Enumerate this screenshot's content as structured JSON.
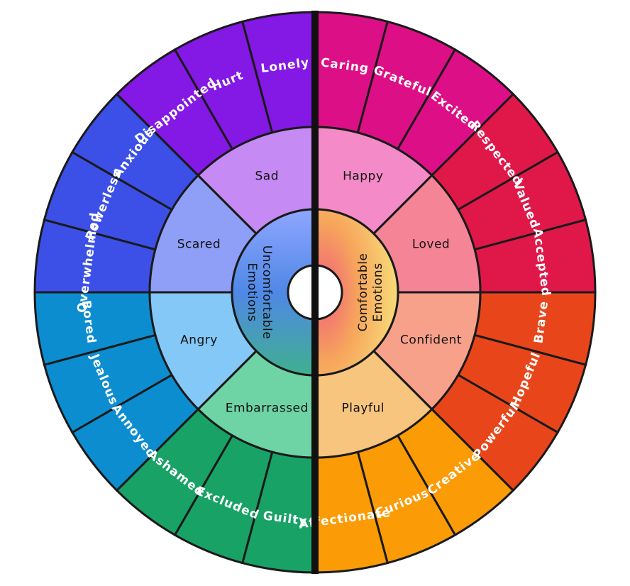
{
  "hub": {
    "left_label": [
      "Uncomfortable",
      "Emotions"
    ],
    "right_label": [
      "Comfortable",
      "Emotions"
    ],
    "left_gradient": [
      "#8fa6ff",
      "#4f88e6",
      "#3fb08e"
    ],
    "right_gradient": [
      "#f0607a",
      "#f7a55c",
      "#f7e27c"
    ]
  },
  "comfortable": [
    {
      "emotion": "Happy",
      "inner_color": "#f48bc8",
      "outer": [
        {
          "label": "Caring",
          "color": "#dd0f86"
        },
        {
          "label": "Grateful",
          "color": "#dd0f86"
        },
        {
          "label": "Excited",
          "color": "#dd0f86"
        }
      ]
    },
    {
      "emotion": "Loved",
      "inner_color": "#f58497",
      "outer": [
        {
          "label": "Respected",
          "color": "#e01849"
        },
        {
          "label": "Valued",
          "color": "#e01849"
        },
        {
          "label": "Accepted",
          "color": "#e01849"
        }
      ]
    },
    {
      "emotion": "Confident",
      "inner_color": "#f7a18a",
      "outer": [
        {
          "label": "Brave",
          "color": "#e8461a"
        },
        {
          "label": "Hopeful",
          "color": "#e8461a"
        },
        {
          "label": "Powerful",
          "color": "#e8461a"
        }
      ]
    },
    {
      "emotion": "Playful",
      "inner_color": "#f8c57f",
      "outer": [
        {
          "label": "Creative",
          "color": "#fb9b06"
        },
        {
          "label": "Curious",
          "color": "#fb9b06"
        },
        {
          "label": "Affectionate",
          "color": "#fb9b06"
        }
      ]
    }
  ],
  "uncomfortable": [
    {
      "emotion": "Embarrassed",
      "inner_color": "#6fd4a5",
      "outer": [
        {
          "label": "Guilty",
          "color": "#19a266"
        },
        {
          "label": "Excluded",
          "color": "#19a266"
        },
        {
          "label": "Ashamed",
          "color": "#19a266"
        }
      ]
    },
    {
      "emotion": "Angry",
      "inner_color": "#83c8f6",
      "outer": [
        {
          "label": "Annoyed",
          "color": "#0c8dd0"
        },
        {
          "label": "Jealous",
          "color": "#0c8dd0"
        },
        {
          "label": "Bored",
          "color": "#0c8dd0"
        }
      ]
    },
    {
      "emotion": "Scared",
      "inner_color": "#8f9ff7",
      "outer": [
        {
          "label": "Overwhelmed",
          "color": "#3c50e8"
        },
        {
          "label": "Powerless",
          "color": "#3c50e8"
        },
        {
          "label": "Anxious",
          "color": "#3c50e8"
        }
      ]
    },
    {
      "emotion": "Sad",
      "inner_color": "#c58af3",
      "outer": [
        {
          "label": "Disappointed",
          "color": "#8418e4"
        },
        {
          "label": "Hurt",
          "color": "#8418e4"
        },
        {
          "label": "Lonely",
          "color": "#8418e4"
        }
      ]
    }
  ],
  "divider_color": "#111111"
}
